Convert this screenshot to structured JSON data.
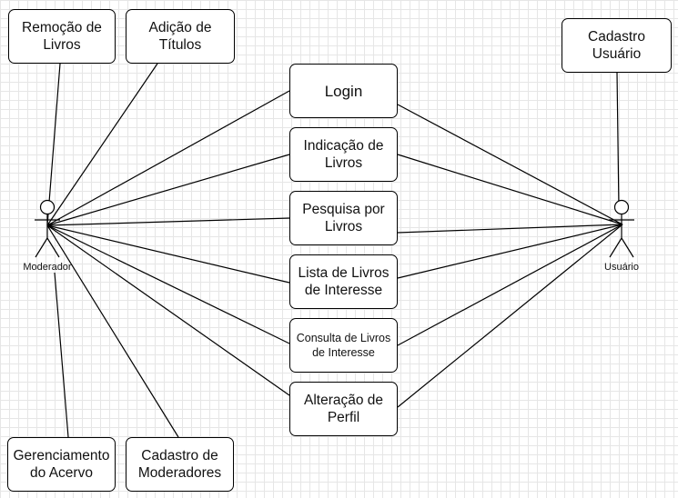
{
  "actors": {
    "moderator": {
      "label": "Moderador"
    },
    "user": {
      "label": "Usuário"
    }
  },
  "use_cases": {
    "remocao": "Remoção de\nLivros",
    "adicao": "Adição de\nTítulos",
    "gerenciamento": "Gerenciamento\ndo Acervo",
    "cadastro_moderadores": "Cadastro de\nModeradores",
    "cadastro_usuario": "Cadastro\nUsuário",
    "login": "Login",
    "indicacao": "Indicação de\nLivros",
    "pesquisa": "Pesquisa por\nLivros",
    "lista": "Lista de Livros\nde Interesse",
    "consulta": "Consulta de Livros\nde Interesse",
    "alteracao": "Alteração de\nPerfil"
  }
}
